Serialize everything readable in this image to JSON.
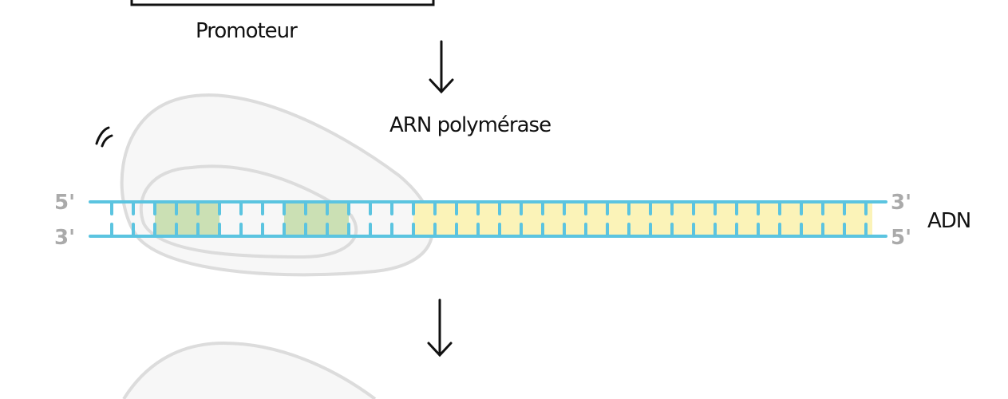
{
  "labels": {
    "promoter": "Promoteur",
    "polymerase": "ARN polymérase",
    "dna": "ADN",
    "top_left_end": "5'",
    "bottom_left_end": "3'",
    "top_right_end": "3'",
    "bottom_right_end": "5'"
  },
  "dna": {
    "base_pair_count": 36,
    "green_segments": [
      [
        2,
        4
      ],
      [
        8,
        10
      ]
    ],
    "yellow_start": 14
  },
  "colors": {
    "strand": "#5bc4e0",
    "green": "#cbe0b4",
    "yellow": "#fbf3b8",
    "blob_fill": "#f7f7f7",
    "blob_stroke": "#dcdcdc",
    "end_label": "#aaaaaa"
  }
}
